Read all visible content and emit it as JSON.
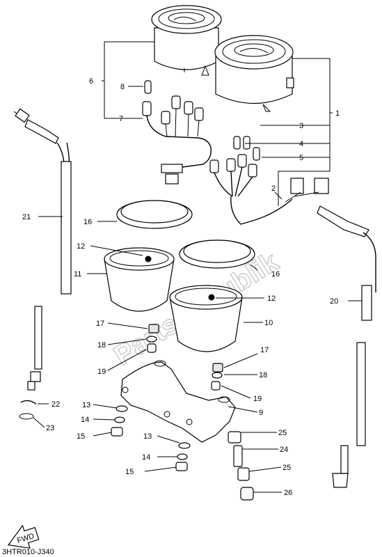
{
  "diagram": {
    "reference_code": "3HTR010-J340",
    "watermark": "PartsRepublik",
    "fwd_label": "FWD",
    "callouts": [
      {
        "id": "c1",
        "text": "1"
      },
      {
        "id": "c2",
        "text": "2"
      },
      {
        "id": "c3",
        "text": "3"
      },
      {
        "id": "c4",
        "text": "4"
      },
      {
        "id": "c5",
        "text": "5"
      },
      {
        "id": "c6",
        "text": "6"
      },
      {
        "id": "c7",
        "text": "7"
      },
      {
        "id": "c8",
        "text": "8"
      },
      {
        "id": "c9",
        "text": "9"
      },
      {
        "id": "c10",
        "text": "10"
      },
      {
        "id": "c11",
        "text": "11"
      },
      {
        "id": "c12a",
        "text": "12"
      },
      {
        "id": "c12b",
        "text": "12"
      },
      {
        "id": "c13a",
        "text": "13"
      },
      {
        "id": "c13b",
        "text": "13"
      },
      {
        "id": "c14a",
        "text": "14"
      },
      {
        "id": "c14b",
        "text": "14"
      },
      {
        "id": "c15a",
        "text": "15"
      },
      {
        "id": "c15b",
        "text": "15"
      },
      {
        "id": "c16a",
        "text": "16"
      },
      {
        "id": "c16b",
        "text": "16"
      },
      {
        "id": "c17a",
        "text": "17"
      },
      {
        "id": "c17b",
        "text": "17"
      },
      {
        "id": "c18a",
        "text": "18"
      },
      {
        "id": "c18b",
        "text": "18"
      },
      {
        "id": "c19a",
        "text": "19"
      },
      {
        "id": "c19b",
        "text": "19"
      },
      {
        "id": "c20",
        "text": "20"
      },
      {
        "id": "c21",
        "text": "21"
      },
      {
        "id": "c22",
        "text": "22"
      },
      {
        "id": "c23",
        "text": "23"
      },
      {
        "id": "c24",
        "text": "24"
      },
      {
        "id": "c25a",
        "text": "25"
      },
      {
        "id": "c25b",
        "text": "25"
      },
      {
        "id": "c26",
        "text": "26"
      }
    ]
  }
}
